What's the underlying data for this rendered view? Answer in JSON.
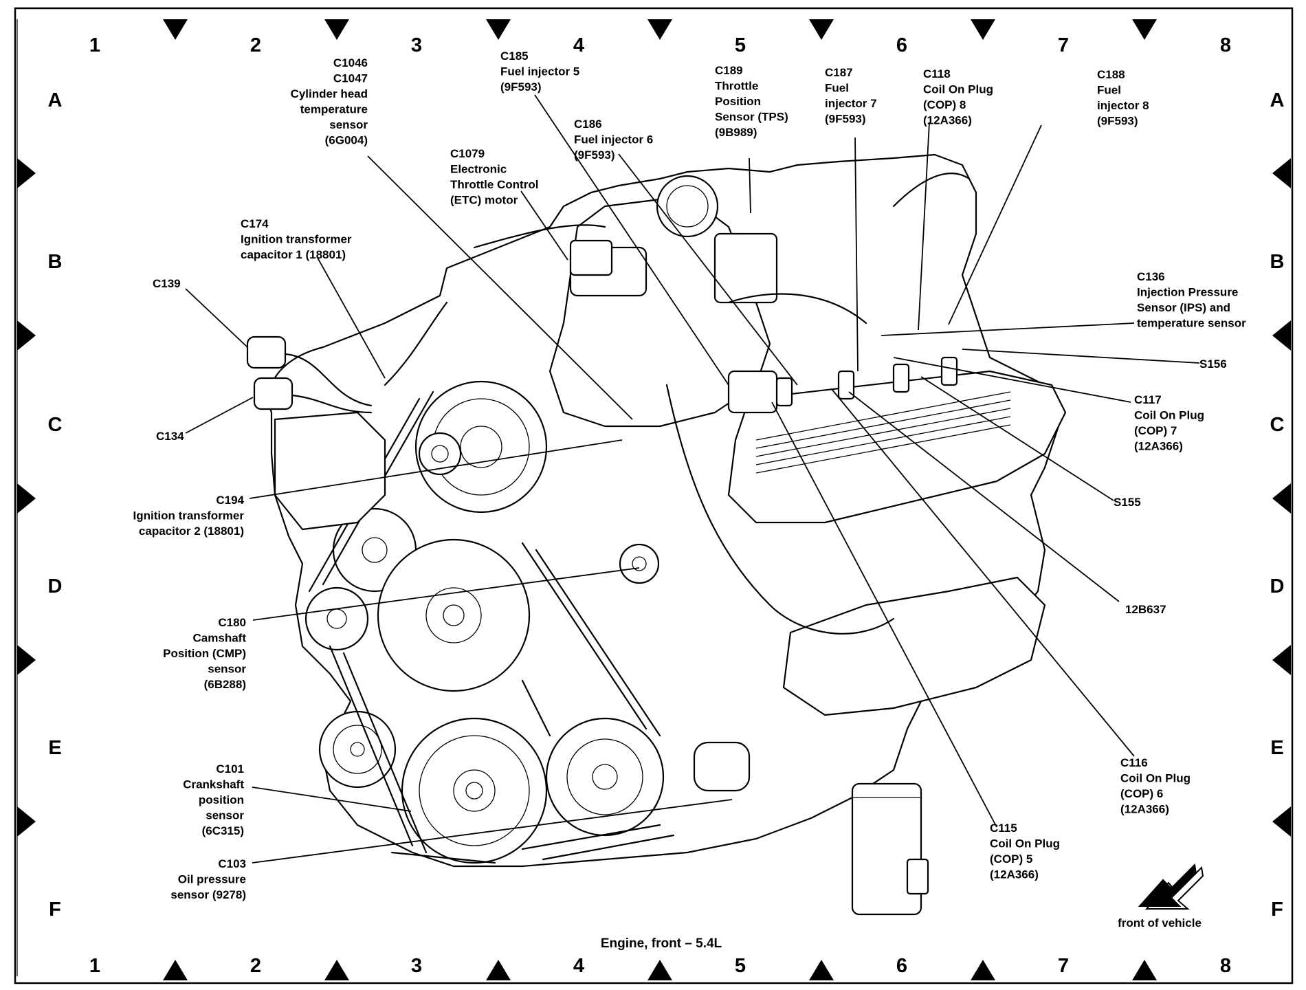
{
  "diagram": {
    "caption": "Engine, front – 5.4L",
    "front_label": "front of vehicle",
    "columns": [
      "1",
      "2",
      "3",
      "4",
      "5",
      "6",
      "7",
      "8"
    ],
    "rows": [
      "A",
      "B",
      "C",
      "D",
      "E",
      "F"
    ],
    "callouts": [
      {
        "id": "c1046",
        "lines": [
          "C1046",
          "C1047",
          "Cylinder head",
          "temperature",
          "sensor",
          "(6G004)"
        ]
      },
      {
        "id": "c185",
        "lines": [
          "C185",
          "Fuel injector 5",
          "(9F593)"
        ]
      },
      {
        "id": "c189",
        "lines": [
          "C189",
          "Throttle",
          "Position",
          "Sensor (TPS)",
          "(9B989)"
        ]
      },
      {
        "id": "c187",
        "lines": [
          "C187",
          "Fuel",
          "injector 7",
          "(9F593)"
        ]
      },
      {
        "id": "c118",
        "lines": [
          "C118",
          "Coil On Plug",
          "(COP) 8",
          "(12A366)"
        ]
      },
      {
        "id": "c188",
        "lines": [
          "C188",
          "Fuel",
          "injector 8",
          "(9F593)"
        ]
      },
      {
        "id": "c186",
        "lines": [
          "C186",
          "Fuel injector 6",
          "(9F593)"
        ]
      },
      {
        "id": "c1079",
        "lines": [
          "C1079",
          "Electronic",
          "Throttle Control",
          "(ETC) motor"
        ]
      },
      {
        "id": "c174",
        "lines": [
          "C174",
          "Ignition transformer",
          "capacitor 1 (18801)"
        ]
      },
      {
        "id": "c139",
        "lines": [
          "C139"
        ]
      },
      {
        "id": "c134",
        "lines": [
          "C134"
        ]
      },
      {
        "id": "c136",
        "lines": [
          "C136",
          "Injection Pressure",
          "Sensor (IPS) and",
          "temperature sensor"
        ]
      },
      {
        "id": "s156",
        "lines": [
          "S156"
        ]
      },
      {
        "id": "c117",
        "lines": [
          "C117",
          "Coil On Plug",
          "(COP) 7",
          "(12A366)"
        ]
      },
      {
        "id": "s155",
        "lines": [
          "S155"
        ]
      },
      {
        "id": "c194",
        "lines": [
          "C194",
          "Ignition transformer",
          "capacitor 2 (18801)"
        ]
      },
      {
        "id": "p12b637",
        "lines": [
          "12B637"
        ]
      },
      {
        "id": "c180",
        "lines": [
          "C180",
          "Camshaft",
          "Position (CMP)",
          "sensor",
          "(6B288)"
        ]
      },
      {
        "id": "c116",
        "lines": [
          "C116",
          "Coil On Plug",
          "(COP) 6",
          "(12A366)"
        ]
      },
      {
        "id": "c101",
        "lines": [
          "C101",
          "Crankshaft",
          "position",
          "sensor",
          "(6C315)"
        ]
      },
      {
        "id": "c115",
        "lines": [
          "C115",
          "Coil On Plug",
          "(COP) 5",
          "(12A366)"
        ]
      },
      {
        "id": "c103",
        "lines": [
          "C103",
          "Oil pressure",
          "sensor (9278)"
        ]
      }
    ]
  }
}
